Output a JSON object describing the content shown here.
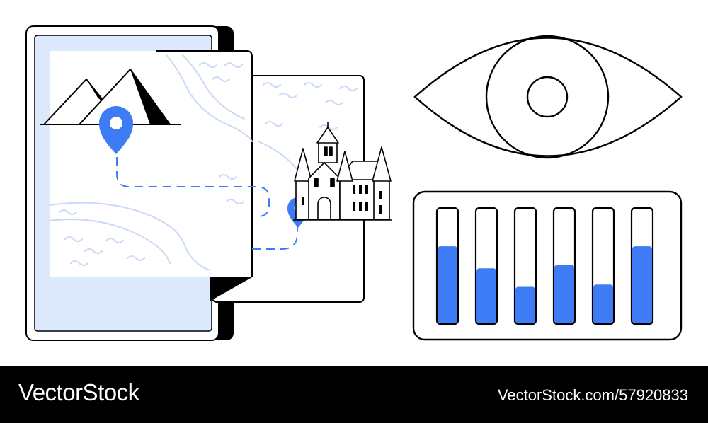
{
  "colors": {
    "accent": "#3d7cf5",
    "panel_fill": "#dce8fb",
    "river": "#c9d9f7",
    "outline": "#000000",
    "footer_bg": "#000000",
    "footer_text": "#ffffff"
  },
  "illustration": {
    "icons": [
      "map-document-icon",
      "mountain-icon",
      "location-pin-icon",
      "castle-icon",
      "eye-icon",
      "equalizer-icon"
    ],
    "equalizer_levels": [
      0.67,
      0.48,
      0.32,
      0.51,
      0.34,
      0.67
    ]
  },
  "footer": {
    "brand": "VectorStock",
    "image_id": "VectorStock.com/57920833"
  }
}
